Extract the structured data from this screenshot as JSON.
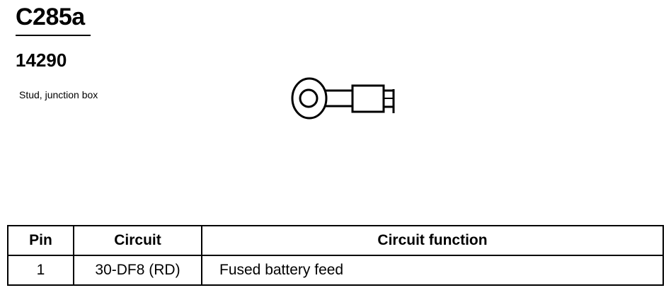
{
  "connector": {
    "id": "C285a",
    "part_number": "14290",
    "description": "Stud, junction box",
    "icon": "ring-terminal-icon"
  },
  "table": {
    "headers": {
      "pin": "Pin",
      "circuit": "Circuit",
      "function": "Circuit function"
    },
    "rows": [
      {
        "pin": "1",
        "circuit": "30-DF8 (RD)",
        "function": "Fused battery feed"
      }
    ]
  }
}
